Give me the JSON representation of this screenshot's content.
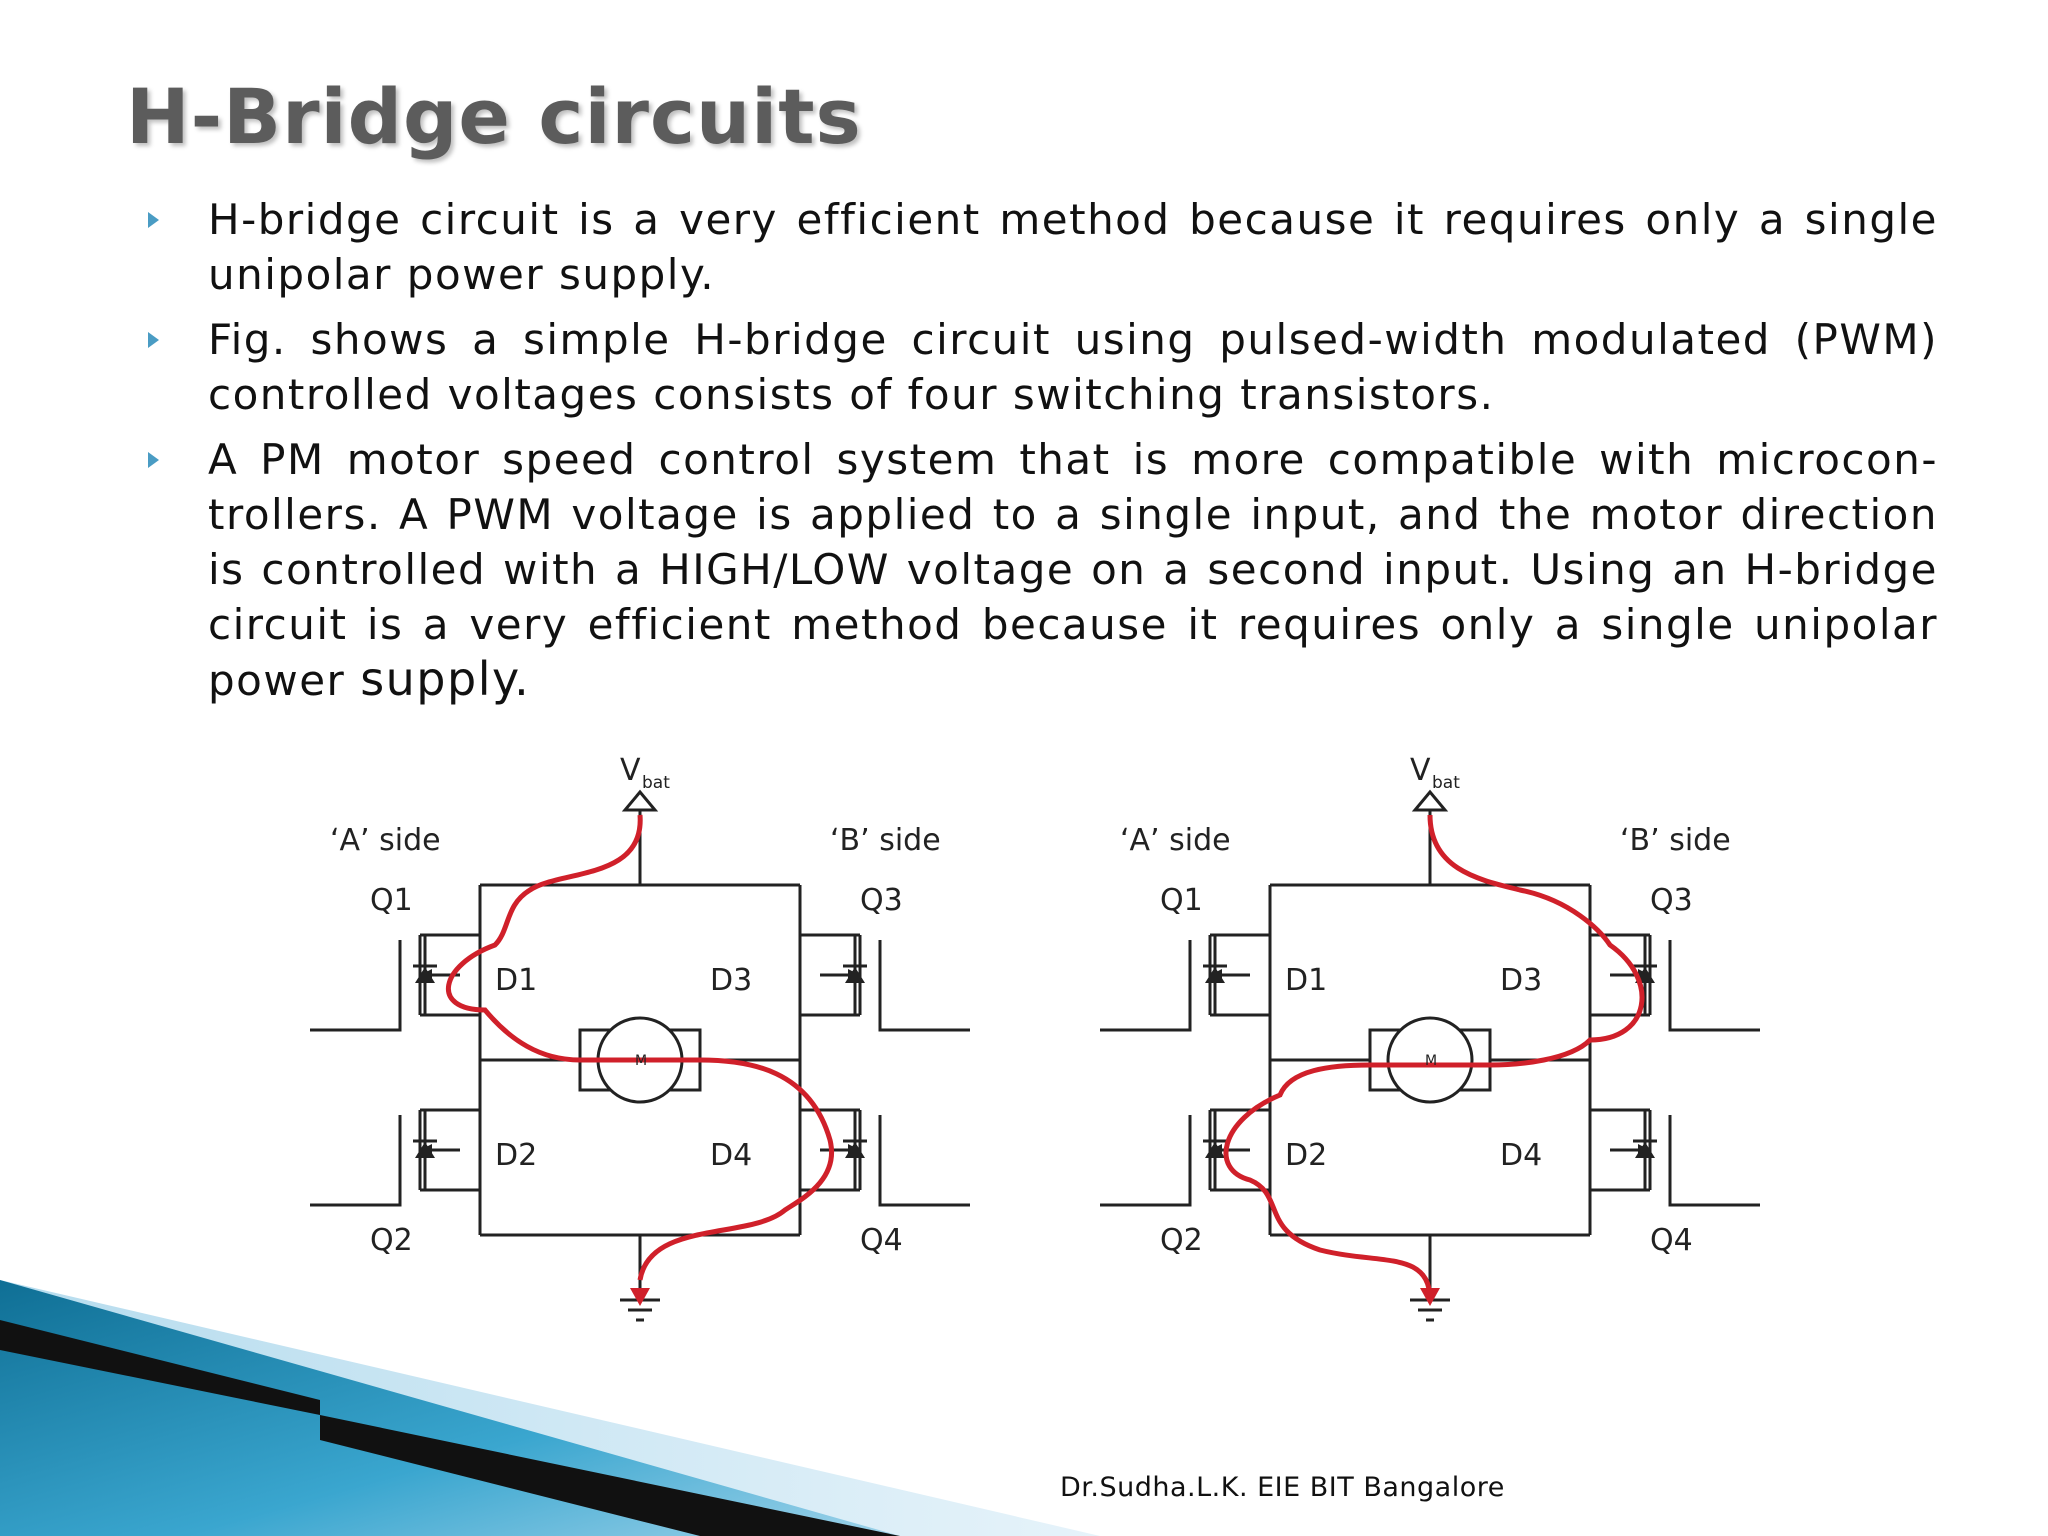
{
  "slide": {
    "title": "H-Bridge circuits",
    "bullets": [
      {
        "text": "H-bridge circuit is a very efficient method because it requires only a single unipolar power supply."
      },
      {
        "text": "Fig. shows a simple H-bridge circuit using pulsed-width modulated (PWM) controlled voltages consists of four switching transistors."
      },
      {
        "text": "A PM motor speed control system that is more compatible with microcon-trollers. A PWM voltage is applied to a single input, and the motor direction is controlled with a HIGH/LOW voltage on a second input. Using an H-bridge circuit is a very efficient method because it requires only a single unipolar power",
        "tail": "supply."
      }
    ],
    "footer": "Dr.Sudha.L.K. EIE BIT Bangalore"
  },
  "figure": {
    "circuits": [
      {
        "vbat_main": "V",
        "vbat_sub": "bat",
        "side_a": "‘A’ side",
        "side_b": "‘B’ side",
        "q1": "Q1",
        "q2": "Q2",
        "q3": "Q3",
        "q4": "Q4",
        "d1": "D1",
        "d2": "D2",
        "d3": "D3",
        "d4": "D4",
        "motor": "M"
      },
      {
        "vbat_main": "V",
        "vbat_sub": "bat",
        "side_a": "‘A’ side",
        "side_b": "‘B’ side",
        "q1": "Q1",
        "q2": "Q2",
        "q3": "Q3",
        "q4": "Q4",
        "d1": "D1",
        "d2": "D2",
        "d3": "D3",
        "d4": "D4",
        "motor": "M"
      }
    ],
    "colors": {
      "wire": "#222222",
      "current_path": "#d0202a"
    }
  },
  "theme": {
    "accent": "#4a9cc4",
    "title_color": "#5c5c5c"
  }
}
